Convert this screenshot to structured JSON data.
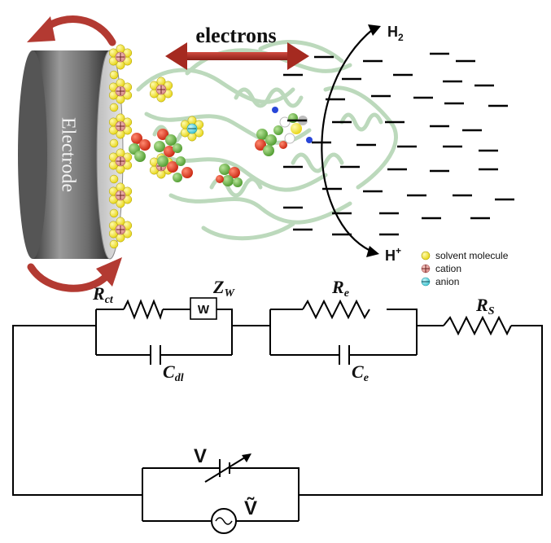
{
  "diagram": {
    "electrode_label": "Electrode",
    "electrons_label": "electrons",
    "h2_label": "H",
    "h2_sub": "2",
    "hplus_label": "H",
    "hplus_sup": "+",
    "legend": [
      {
        "label": "solvent molecule",
        "icon": "yellow-circle-icon",
        "color": "#f5e52a"
      },
      {
        "label": "cation",
        "icon": "cation-plus-icon",
        "color": "#e8a0a0"
      },
      {
        "label": "anion",
        "icon": "anion-minus-icon",
        "color": "#5fd6df"
      }
    ],
    "circuit": {
      "rct_main": "R",
      "rct_sub": "ct",
      "zw_main": "Z",
      "zw_sub": "W",
      "w_box": "W",
      "cdl_main": "C",
      "cdl_sub": "dl",
      "re_main": "R",
      "re_sub": "e",
      "ce_main": "C",
      "ce_sub": "e",
      "rs_main": "R",
      "rs_sub": "S",
      "v_dc": "V",
      "v_ac": "Ṽ"
    },
    "colors": {
      "arrow_red": "#b33a32",
      "arrow_red_dark": "#7a1e18",
      "electrode": "#666666",
      "protein": "#8fc08f",
      "wire": "#000000"
    }
  }
}
